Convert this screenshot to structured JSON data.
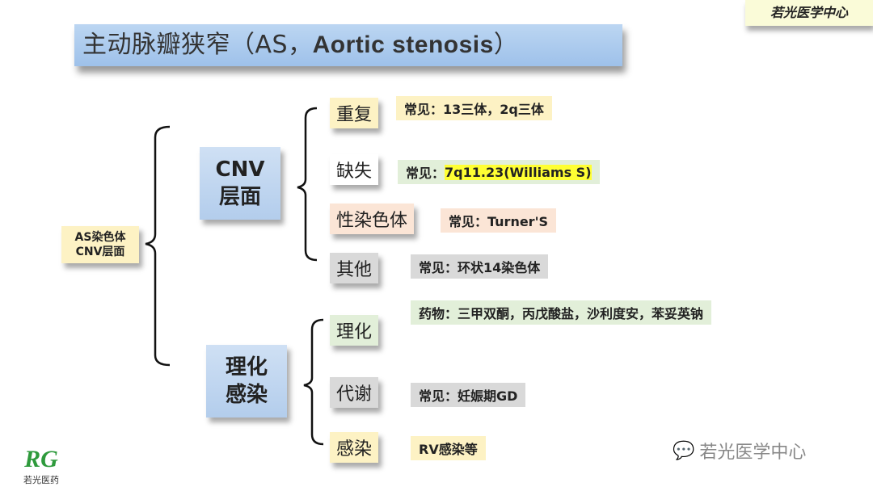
{
  "title": {
    "cn": "主动脉瓣狭窄（AS，",
    "en": "Aortic stenosis",
    "close": "）"
  },
  "brand": "若光医学中心",
  "root": {
    "line1": "AS染色体",
    "line2": "CNV层面"
  },
  "cnv": {
    "line1": "CNV",
    "line2": "层面",
    "items": [
      {
        "label": "重复",
        "desc": "常见：13三体，2q三体"
      },
      {
        "label": "缺失",
        "desc_prefix": "常见：",
        "desc_highlight": "7q11.23(Williams S)"
      },
      {
        "label": "性染色体",
        "desc": "常见：Turner'S"
      },
      {
        "label": "其他",
        "desc": "常见：环状14染色体"
      }
    ]
  },
  "phys": {
    "line1": "理化",
    "line2": "感染",
    "items": [
      {
        "label": "理化",
        "desc": "药物：三甲双酮，丙戊酸盐，沙利度安，苯妥英钠"
      },
      {
        "label": "代谢",
        "desc": "常见：妊娠期GD"
      },
      {
        "label": "感染",
        "desc": "RV感染等"
      }
    ]
  },
  "footer": {
    "logo_mark": "RG",
    "logo_name": "若光医药",
    "watermark": "若光医学中心"
  }
}
